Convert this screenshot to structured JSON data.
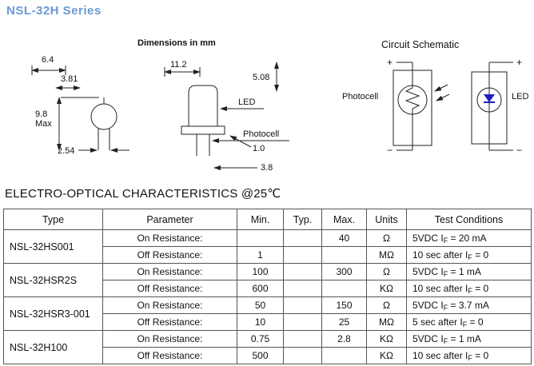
{
  "title": "NSL-32H Series",
  "section_heading": "ELECTRO-OPTICAL CHARACTERISTICS @25℃",
  "drawings": {
    "dimensions_note": "Dimensions in mm",
    "circuit_title": "Circuit Schematic",
    "dims": {
      "d6_4": "6.4",
      "d3_81": "3.81",
      "d9_8": "9.8",
      "max": "Max",
      "d2_54": "2.54",
      "d11_2": "11.2",
      "d5_08": "5.08",
      "led": "LED",
      "photocell": "Photocell",
      "d1_0": "1.0",
      "d3_8": "3.8"
    },
    "schematic": {
      "photocell_label": "Photocell",
      "led_label": "LED",
      "plus": "+",
      "minus": "−"
    }
  },
  "table": {
    "headers": [
      "Type",
      "Parameter",
      "Min.",
      "Typ.",
      "Max.",
      "Units",
      "Test Conditions"
    ],
    "groups": [
      {
        "type": "NSL-32HS001",
        "rows": [
          {
            "parameter": "On Resistance:",
            "min": "",
            "typ": "",
            "max": "40",
            "units": "Ω",
            "conditions": "5VDC IF = 20 mA"
          },
          {
            "parameter": "Off Resistance:",
            "min": "1",
            "typ": "",
            "max": "",
            "units": "MΩ",
            "conditions": "10 sec after IF = 0"
          }
        ]
      },
      {
        "type": "NSL-32HSR2S",
        "rows": [
          {
            "parameter": "On Resistance:",
            "min": "100",
            "typ": "",
            "max": "300",
            "units": "Ω",
            "conditions": "5VDC IF = 1 mA"
          },
          {
            "parameter": "Off Resistance:",
            "min": "600",
            "typ": "",
            "max": "",
            "units": "KΩ",
            "conditions": "10 sec after IF = 0"
          }
        ]
      },
      {
        "type": "NSL-32HSR3-001",
        "rows": [
          {
            "parameter": "On Resistance:",
            "min": "50",
            "typ": "",
            "max": "150",
            "units": "Ω",
            "conditions": "5VDC IF = 3.7 mA"
          },
          {
            "parameter": "Off Resistance:",
            "min": "10",
            "typ": "",
            "max": "25",
            "units": "MΩ",
            "conditions": "5 sec after IF = 0"
          }
        ]
      },
      {
        "type": "NSL-32H100",
        "rows": [
          {
            "parameter": "On Resistance:",
            "min": "0.75",
            "typ": "",
            "max": "2.8",
            "units": "KΩ",
            "conditions": "5VDC IF = 1 mA"
          },
          {
            "parameter": "Off Resistance:",
            "min": "500",
            "typ": "",
            "max": "",
            "units": "KΩ",
            "conditions": "10 sec after IF = 0"
          }
        ]
      }
    ]
  },
  "colors": {
    "accent_blue": "#6b98d4",
    "led_blue": "#1f1fbb",
    "line": "#222222"
  }
}
